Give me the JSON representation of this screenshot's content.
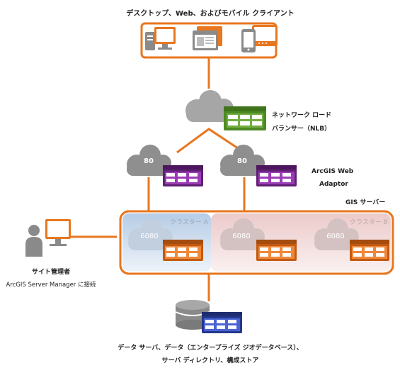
{
  "clients": {
    "label": "デスクトップ、Web、およびモバイル クライアント"
  },
  "load_balancer": {
    "label_line1": "ネットワーク ロード",
    "label_line2": "バランサー（NLB）"
  },
  "web_adaptors": {
    "port_left": "80",
    "port_right": "80",
    "label_line1": "ArcGIS Web",
    "label_line2": "Adaptor"
  },
  "gis_server": {
    "label": "GIS サーバー",
    "cluster_a": "クラスター A",
    "cluster_b": "クラスター B",
    "port_1": "6080",
    "port_2": "6080",
    "port_3": "6080"
  },
  "admin": {
    "label_line1": "サイト管理者",
    "label_line2": "ArcGIS Server Manager に接続"
  },
  "data_server": {
    "label_line1": "データ サーバ、データ（エンタープライズ ジオデータベース）、",
    "label_line2": "サーバ ディレクトリ、構成ストア"
  },
  "colors": {
    "orange": "#e8771f",
    "gray": "#a0a0a0",
    "green": "#5c9e2e",
    "purple": "#7b2c8f",
    "blue_server": "#3a50b8",
    "cluster_a_bg": "#c9d9ec",
    "cluster_b_bg": "#f1dada"
  }
}
